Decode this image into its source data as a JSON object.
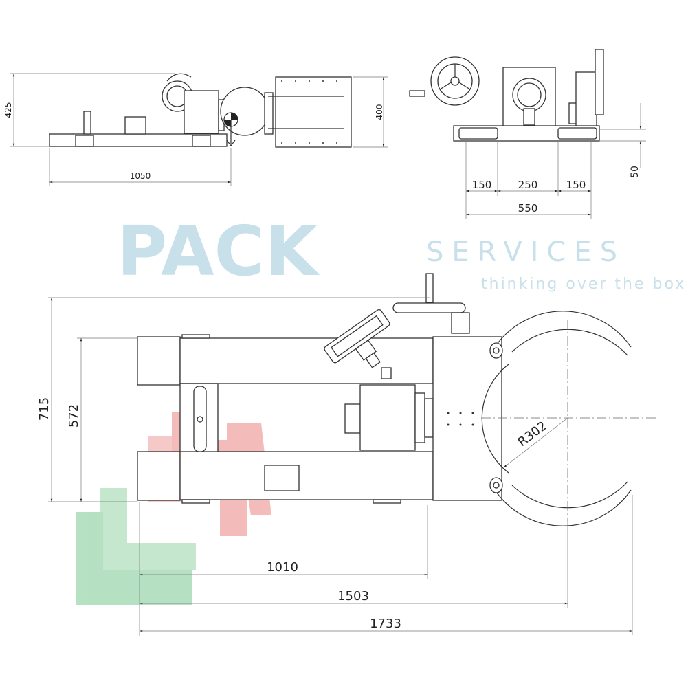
{
  "side_view": {
    "dimensions": {
      "height": "425",
      "length": "1050",
      "box_height": "400"
    }
  },
  "front_view": {
    "dimensions": {
      "left_width": "150",
      "center_width": "250",
      "right_width": "150",
      "total_width": "550",
      "clearance": "50"
    }
  },
  "top_view": {
    "dimensions": {
      "overall_width": "715",
      "frame_width": "572",
      "frame_length": "1010",
      "center_distance": "1503",
      "overall_length": "1733",
      "radius": "R302"
    }
  },
  "watermark": {
    "brand": "PACK",
    "sub": "SERVICES",
    "tagline": "thinking over the box",
    "color": "#b5d6e4"
  },
  "logo_colors": {
    "red": "#f3b0b0",
    "green": "#a9dcb8"
  }
}
